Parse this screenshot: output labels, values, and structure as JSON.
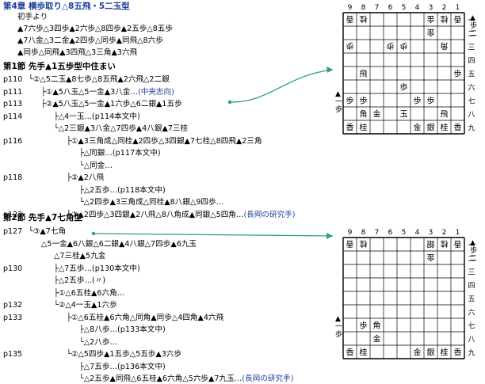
{
  "chapter_title": "第4章 横歩取り△8五飛・5二玉型",
  "intro": [
    "初手より",
    "▲7六歩△3四歩▲2六歩△8四歩▲2五歩△8五歩",
    "▲7八金△3二金▲2四歩△同歩▲同飛△8六歩",
    "▲同歩△同飛▲3四飛△3三角▲3六飛"
  ],
  "section1_title": "第1節 先手▲1五歩型中住まい",
  "section1_lines": [
    {
      "page": "p110",
      "indent": 0,
      "text": "└②△5二玉▲8七歩△8五飛▲2六飛△2二銀"
    },
    {
      "page": "p111",
      "indent": 1,
      "text": "├①▲5八玉△5一金▲3八金…",
      "note": "(中央志向)"
    },
    {
      "page": "p113",
      "indent": 1,
      "text": "├②▲5八玉△5一金▲1六歩△6二銀▲1五歩"
    },
    {
      "page": "p114",
      "indent": 2,
      "text": "├△4一玉…(p114本文中)"
    },
    {
      "page": "",
      "indent": 2,
      "text": "└△2三銀▲3八金△7四歩▲4八銀▲7三桂"
    },
    {
      "page": "p116",
      "indent": 3,
      "text": "├①▲3三角成△同桂▲2四歩△3四銀▲7七桂△8四飛▲2三角"
    },
    {
      "page": "",
      "indent": 4,
      "text": "├△同銀…(p117本文中)"
    },
    {
      "page": "",
      "indent": 4,
      "text": "└△同金…"
    },
    {
      "page": "p118",
      "indent": 3,
      "text": "├②▲2八飛"
    },
    {
      "page": "",
      "indent": 4,
      "text": "├△2五歩…(p118本文中)"
    },
    {
      "page": "",
      "indent": 4,
      "text": "└△2四歩▲3三角成△同桂▲8八銀△9四歩…"
    },
    {
      "page": "p123",
      "indent": 3,
      "text": "└③▲2四歩△3四銀▲2八飛△8八角成▲同銀△5四角…",
      "note": "(長岡の研究手)"
    }
  ],
  "section2_title": "第2節 先手▲7七角型",
  "section2_lines": [
    {
      "page": "p127",
      "indent": 0,
      "text": "└③▲7七角"
    },
    {
      "page": "",
      "indent": 1,
      "text": "△5一金▲6八銀△6二銀▲4八銀△7四歩▲6九玉"
    },
    {
      "page": "",
      "indent": 2,
      "text": "△7三桂▲5九金"
    },
    {
      "page": "p130",
      "indent": 2,
      "text": "├△7五歩…(p130本文中)"
    },
    {
      "page": "",
      "indent": 2,
      "text": "├△2五歩…(〃)"
    },
    {
      "page": "",
      "indent": 2,
      "text": "├①△6五桂▲6六角…"
    },
    {
      "page": "p132",
      "indent": 2,
      "text": "└②△4一玉▲1六歩"
    },
    {
      "page": "p133",
      "indent": 3,
      "text": "├①△6五桂▲6六角△同角▲同歩△4四角▲4六飛"
    },
    {
      "page": "",
      "indent": 4,
      "text": "├△8八歩…(p133本文中)"
    },
    {
      "page": "",
      "indent": 4,
      "text": "└△2八歩…"
    },
    {
      "page": "p135",
      "indent": 3,
      "text": "└②△5四歩▲1五歩△5五歩▲3六歩"
    },
    {
      "page": "",
      "indent": 4,
      "text": "├△7五歩…(p136本文中)"
    },
    {
      "page": "",
      "indent": 4,
      "text": "└△2五歩▲同飛△6五桂▲6六角△5六歩▲7九玉…",
      "note": "(長岡の研究手)"
    }
  ],
  "board1": {
    "files": [
      "9",
      "8",
      "7",
      "6",
      "5",
      "4",
      "3",
      "2",
      "1"
    ],
    "ranks": [
      "一",
      "二",
      "三",
      "四",
      "五",
      "六",
      "七",
      "八",
      "九"
    ],
    "gote_hand": "▲歩二",
    "sente_hand": "▲一歩",
    "grid": [
      [
        "香",
        "桂",
        "",
        "",
        "",
        "",
        "金",
        "桂",
        "香"
      ],
      [
        "",
        "",
        "",
        "",
        "",
        "",
        "金",
        "",
        ""
      ],
      [
        "歩",
        "",
        "",
        "歩",
        "歩",
        "",
        "",
        "角",
        ""
      ],
      [
        "",
        "",
        "",
        "",
        "",
        "",
        "",
        "",
        ""
      ],
      [
        "",
        "飛",
        "",
        "",
        "",
        "",
        "",
        "",
        "歩"
      ],
      [
        "",
        "",
        "",
        "",
        "歩",
        "",
        "",
        "",
        ""
      ],
      [
        "歩",
        "歩",
        "",
        "",
        "",
        "歩",
        "歩",
        "",
        ""
      ],
      [
        "",
        "角",
        "金",
        "",
        "玉",
        "",
        "",
        "飛",
        ""
      ],
      [
        "香",
        "桂",
        "",
        "",
        "",
        "金",
        "銀",
        "桂",
        "香"
      ]
    ]
  },
  "board2": {
    "files": [
      "9",
      "8",
      "7",
      "6",
      "5",
      "4",
      "3",
      "2",
      "1"
    ],
    "ranks": [
      "一",
      "二",
      "三",
      "四",
      "五",
      "六",
      "七",
      "八",
      "九"
    ],
    "gote_hand": "▲歩二",
    "sente_hand": "▲一歩",
    "grid": [
      [
        "香",
        "桂",
        "",
        "",
        "",
        "",
        "銀",
        "桂",
        "香"
      ],
      [
        "",
        "",
        "",
        "",
        "",
        "",
        "金",
        "",
        ""
      ],
      [
        "",
        "",
        "",
        "",
        "",
        "",
        "",
        "",
        ""
      ],
      [
        "",
        "",
        "",
        "",
        "",
        "",
        "",
        "",
        ""
      ],
      [
        "",
        "",
        "",
        "",
        "",
        "",
        "",
        "",
        ""
      ],
      [
        "",
        "",
        "",
        "",
        "",
        "",
        "",
        "",
        ""
      ],
      [
        "",
        "歩",
        "角",
        "",
        "",
        "",
        "",
        "",
        ""
      ],
      [
        "",
        "",
        "金",
        "",
        "",
        "",
        "",
        "",
        ""
      ],
      [
        "香",
        "桂",
        "",
        "",
        "",
        "金",
        "銀",
        "桂",
        "香"
      ]
    ]
  }
}
